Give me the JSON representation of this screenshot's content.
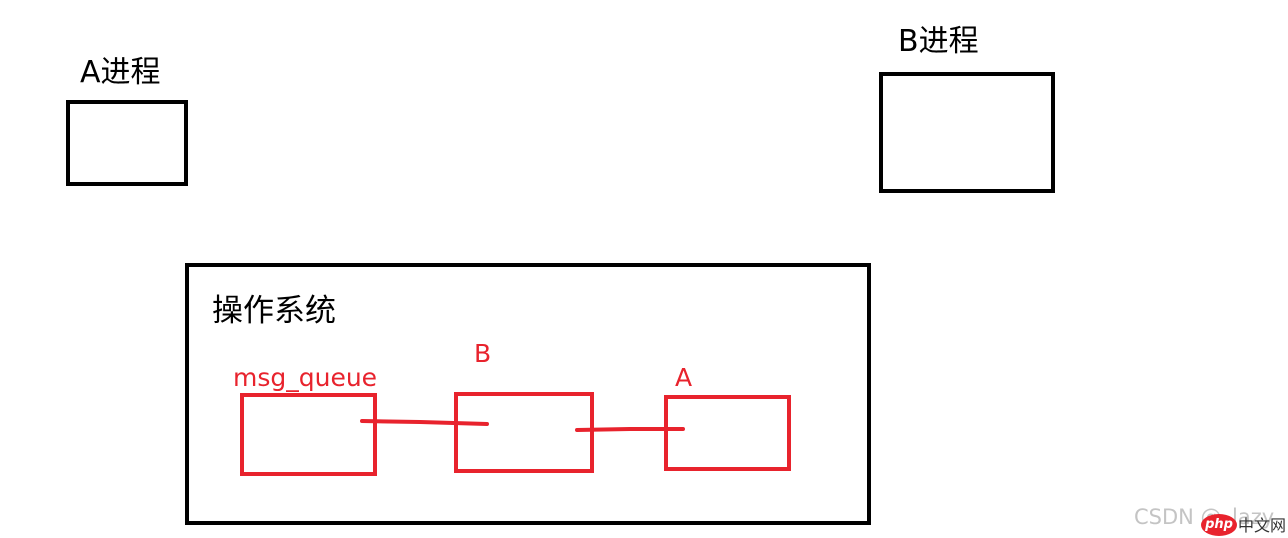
{
  "process_a": {
    "label": "A进程"
  },
  "process_b": {
    "label": "B进程"
  },
  "os": {
    "label": "操作系统",
    "queue": {
      "label": "msg_queue",
      "nodes": [
        {
          "label": "B"
        },
        {
          "label": "A"
        }
      ]
    }
  },
  "watermark": {
    "text": "CSDN @_lazy",
    "logo_label": "php",
    "logo_text": "中文网"
  },
  "colors": {
    "black": "#000000",
    "red": "#e8232d",
    "watermark": "#c4c4c4"
  }
}
